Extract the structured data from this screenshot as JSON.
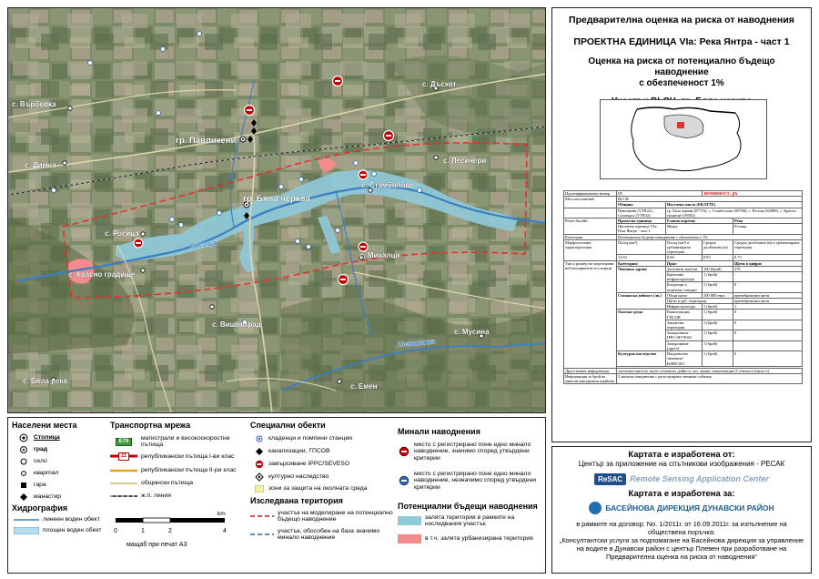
{
  "title": {
    "line1": "Предварителна оценка на риска от наводнения",
    "line2": "ПРОЕКТНА ЕДИНИЦА VIa: Река Янтра - част 1",
    "line3a": "Оценка на риска от потенциално бъдещо наводнение",
    "line3b": "с обезпеченост 1%",
    "line4": "Участък BLCH, гр. Бяла черква"
  },
  "map_labels": {
    "vurbovka": "с. Върбовка",
    "dyskot": "с. Дъскот",
    "pavlikeni": "гр. Павликени",
    "dimcha": "с. Димча",
    "lesicheri": "с. Лесичери",
    "stambolovo": "с. Стамболово",
    "byala_cherkva": "гр. Бяла черква",
    "rositsa_village": "с. Росица",
    "mihaltsi": "с. Михалци",
    "krasno_gradishte": "с. Красно градище",
    "rositsa_river": "Росица",
    "negovanka_river": "Негованка",
    "vishovgrad": "с. Вишовград",
    "musina": "с. Мусина",
    "byala_reka": "с. Бяла река",
    "emen": "с. Емен"
  },
  "info_table": {
    "id_label": "Идентификационен номер",
    "id_col": "ID",
    "significance": "ЗНАЧИМОСТ: ДА",
    "id_value": "BLCH",
    "location_label": "Местоположение",
    "municipality_head": "Община",
    "place_head": "Населено място (ЕКАТТЕ)",
    "municipalities": "Павликени (VTR22), Сухиндол (VTR32)",
    "places": "гр. Бяла черква (07716), с. Стамболово (69708), с. Росица (63080), с. Красно градище (39582)",
    "basin_label": "Речен басейн",
    "pu_head": "Проектна единица",
    "main_river_head": "Главно поречие",
    "river_head": "Река",
    "pu_value": "Проектна единица VIa: Река Янтра - част 1",
    "main_river_value": "Янтра",
    "river_value": "Росица",
    "category_label": "Категория",
    "category_value": "Потенциално бъдещо наводнение с обезпеченост 1%",
    "morph_label": "Морфологични характеристики",
    "morph_h1": "Площ (км²)",
    "morph_h2": "Площ (км²) в урбанизирана територия",
    "morph_h3": "Средна дълбочина (м)",
    "morph_h4": "Средна дълбочина (м) в урбанизирана територия",
    "morph_v1": "12.63",
    "morph_v2": "0.60",
    "morph_v3": "0.85",
    "morph_v4": "0.73",
    "model_label": "Тип и размер на моделирани неблагоприятни последици",
    "cat_head": "Категория:",
    "type_head": "Праг:",
    "count_head": "Щети в цифри:",
    "human": "Човешко здраве",
    "human_r1": "Засегнати жители",
    "human_r1_p": "100 (брой)",
    "human_r1_v": "270",
    "human_r2": "Критична инфраструктура",
    "human_r2_p": "1 (брой)",
    "human_r2_v": "-",
    "human_r3": "Кладенци и помпени станции",
    "human_r3_p": "1 (брой)",
    "human_r3_v": "0",
    "econ": "Стопанска дейност (лв.)",
    "econ_r1": "Общи щети",
    "econ_r1_p": "100 000 евро",
    "econ_r1_v": "пренебрежими щети",
    "econ_r2": "Щети в урб. територии",
    "econ_r2_v": "пренебрежими щети",
    "econ_r3": "Инфраструктура",
    "econ_r3_p": "1 (брой)",
    "econ_r3_v": "1",
    "env": "Околна среда",
    "env_r1": "Канализации, ГПСОВ",
    "env_r1_p": "1 (брой)",
    "env_r1_v": "0",
    "env_r2": "Защитени територии",
    "env_r2_p": "1 (брой)",
    "env_r2_v": "0",
    "env_r3": "Замърсяване IPPC/SEVESO",
    "env_r3_p": "1 (брой)",
    "env_r3_v": "0",
    "env_r4": "Замърсяване (друго)",
    "env_r4_p": "1 (брой)",
    "culture": "Културно наследство",
    "culture_r1": "Национално значение/ЮНЕСКО",
    "culture_r1_p": "1 (брой)",
    "culture_r1_v": "0",
    "other_label": "Друга важна информация",
    "other_value": "засегнати жители, щети стопанска дейност, жп. линии, канализации (5 обекта в близост)",
    "past_label": "Информация за брой на минали наводнения в района",
    "past_value": "5 минали наводнения с регистрирани значими събития"
  },
  "legend": {
    "settlements": {
      "head": "Населени места",
      "capital": "Столица",
      "town": "град",
      "village": "село",
      "quarter": "квартал",
      "station": "гара",
      "monastery": "манастир"
    },
    "hydro": {
      "head": "Хидрография",
      "linear": "линеен воден обект",
      "areal": "площен воден обект"
    },
    "transport": {
      "head": "Транспортна мрежа",
      "highway_badge": "E79",
      "highway": "магистрали и високоскоростни пътища",
      "road1_badge": "11",
      "road1": "републикански пътища I-ви клас",
      "road2": "републикански пътища II-ри клас",
      "municipal": "общински пътища",
      "railway": "ж.п. линия"
    },
    "scale": {
      "unit": "km",
      "t0": "0",
      "t1": "1",
      "t2": "2",
      "t4": "4",
      "caption": "мащаб при печат A3"
    },
    "special": {
      "head": "Специални обекти",
      "wells": "кладенци и помпени станции",
      "sewage": "канализации, ГПСОВ",
      "ippc": "замърсяване IPPC/SEVESO",
      "culture": "културно наследство",
      "protected": "зони за защита на околната среда"
    },
    "study": {
      "head": "Изследвана територия",
      "modelled": "участък на моделиране на потенциално бъдещо наводнение",
      "historic": "участък, обособен на база значимо минало наводнение"
    },
    "past": {
      "head": "Минали наводнения",
      "significant": "място с регистрирано поне едно минало наводнение, значимо според утвърдени критерии",
      "insignificant": "място с регистрирано поне едно минало наводнение, незначимо според утвърдени критерии"
    },
    "future": {
      "head": "Потенциални бъдещи наводнения",
      "flooded": "залята територия в рамките на изследвания участък",
      "urban": "в т.ч. залята урбанизирана територия"
    }
  },
  "credits": {
    "made_by": "Картата е изработена от:",
    "center": "Център за приложение на спътникови изображения - РЕСАК",
    "resac_badge": "ReSAC",
    "resac_name": "Remote Sensing Application Center",
    "made_for": "Картата е изработена за:",
    "bdr": "БАСЕЙНОВА ДИРЕКЦИЯ ДУНАВСКИ РАЙОН",
    "contract": "в рамките на договор: No. 1/2011г. от 16.09.2011г. за изпълнение на обществена поръчка:",
    "quote": "„Консултантски услуги за подпомагане на Басейнова дирекция за управление на водите в Дунавски район с център Плевен при разработване на Предварителна оценка на риска от наводнения“"
  },
  "colors": {
    "map_base": "#7f8a6c",
    "flood": "#8ec9d8",
    "urban_flood": "#f28b8b",
    "study_line": "#e53030",
    "river": "#3a7fc4",
    "road": "#d9d2a6",
    "accent_red": "#c00000"
  }
}
